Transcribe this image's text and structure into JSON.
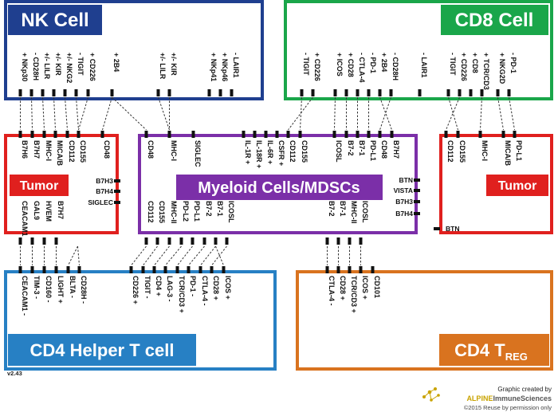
{
  "titles": {
    "nk": "NK Cell",
    "cd8": "CD8 Cell",
    "tumor_left": "Tumor",
    "tumor_right": "Tumor",
    "myeloid": "Myeloid Cells/MDSCs",
    "cd4_helper": "CD4 Helper T cell",
    "cd4_treg_main": "CD4 T",
    "cd4_treg_sub": "REG"
  },
  "colors": {
    "nk": "#1f3f8f",
    "cd8": "#1aa64a",
    "tumor": "#e0201e",
    "myeloid": "#7b2fa8",
    "cd4_helper": "#2780c4",
    "cd4_treg": "#d9731f"
  },
  "labels": {
    "nk": [
      "+ NKp30",
      "- CD28H",
      "+/- LILR",
      "+/- KIR",
      "+/- NKG2",
      "- TIGIT",
      "+ CD226",
      "+ 2B4",
      "+/- LILR",
      "+/- KIR",
      "+ NKp41",
      "+ NKp46",
      "- LAIR1"
    ],
    "cd8": [
      "- TIGIT",
      "+ CD226",
      "+ ICOS",
      "+ CD28",
      "- CTLA-4",
      "- PD-1",
      "+ 2B4",
      "- CD28H",
      "- LAIR1",
      "- TIGIT",
      "+ CD226",
      "+ CD8",
      "+ TCR/CD3",
      "+ NKG2D",
      "- PD-1"
    ],
    "tumor_left_top": [
      "B7H6",
      "B7H7",
      "MHC-I",
      "MICA/B",
      "CD112",
      "CD155",
      "CD48"
    ],
    "tumor_left_side": [
      "B7H3",
      "B7H4",
      "SIGLEC"
    ],
    "tumor_left_bottom": [
      "CEACAM1",
      "GAL9",
      "HVEM",
      "B7H7"
    ],
    "myeloid_top": [
      "CD48",
      "MHC-I",
      "SIGLEC",
      "IL-1R +",
      "IL-18R +",
      "IL-6R +",
      "CSFR +",
      "CD112",
      "CD155",
      "ICOSL",
      "B7-2",
      "B7-1",
      "PD-L1",
      "CD48",
      "B7H7"
    ],
    "myeloid_side": [
      "BTN",
      "VISTA",
      "B7H3",
      "B7H4"
    ],
    "myeloid_bottom": [
      "CD112",
      "CD155",
      "MHC-II",
      "PD-L2",
      "PD-L1",
      "B7-2",
      "B7-1",
      "ICOSL",
      "B7-2",
      "B7-1",
      "MHC-II",
      "ICOSL"
    ],
    "tumor_right_top": [
      "CD112",
      "CD155",
      "MHC-I",
      "MICA/B",
      "PD-L1"
    ],
    "tumor_right_btn": "BTN",
    "cd4_helper": [
      "CEACAM1 -",
      "TIM-3 -",
      "CD160 -",
      "LIGHT +",
      "BLTA -",
      "CD28H -",
      "CD226 +",
      "TIGIT -",
      "CD4 +",
      "LAG-3 -",
      "TCR/CD3 +",
      "PD-1 -",
      "CTLA-4 -",
      "CD28 +",
      "ICOS +"
    ],
    "cd4_treg": [
      "CTLA-4 -",
      "CD28 +",
      "TCR/CD3 +",
      "ICOS +",
      "CD101"
    ]
  },
  "footer": {
    "version": "v2.43",
    "credit_line": "Graphic created by",
    "company_a": "ALPINE",
    "company_b": "ImmuneSciences",
    "copyright": "©2015 Reuse by permission only"
  }
}
